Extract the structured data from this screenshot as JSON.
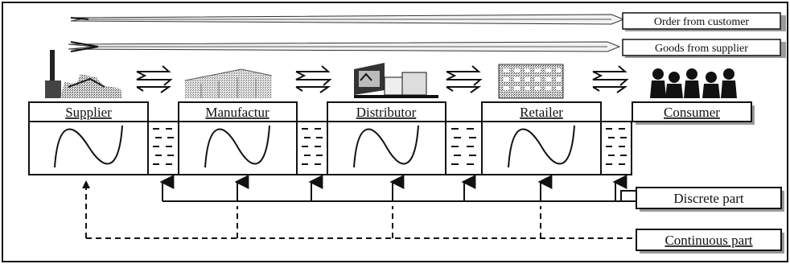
{
  "legend": {
    "order_flow": "Order from customer",
    "goods_flow": "Goods from supplier"
  },
  "stages": [
    {
      "label": "Supplier",
      "icon": "factory-chimney-icon"
    },
    {
      "label": "Manufactur",
      "icon": "manufacturing-plant-icon"
    },
    {
      "label": "Distributor",
      "icon": "warehouse-truck-icon"
    },
    {
      "label": "Retailer",
      "icon": "retail-building-icon"
    },
    {
      "label": "Consumer",
      "icon": "consumers-group-icon"
    }
  ],
  "parts": {
    "discrete": "Discrete part",
    "continuous": "Continuous part"
  },
  "colors": {
    "line": "#111111",
    "shadow": "#9a9a9a",
    "background": "#ffffff"
  }
}
